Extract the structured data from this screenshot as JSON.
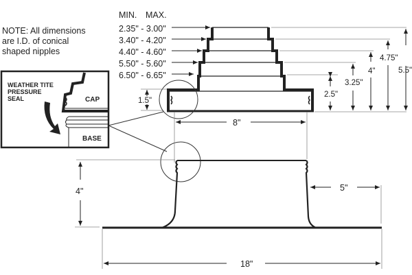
{
  "note": {
    "lines": [
      "NOTE: All dimensions",
      "are I.D. of conical",
      "shaped nipples"
    ]
  },
  "size_table": {
    "header_min": "MIN.",
    "header_max": "MAX.",
    "rows": [
      {
        "min": "2.35\"",
        "max": "3.00\""
      },
      {
        "min": "3.40\"",
        "max": "4.20\""
      },
      {
        "min": "4.40\"",
        "max": "4.60\""
      },
      {
        "min": "5.50\"",
        "max": "5.60\""
      },
      {
        "min": "6.50\"",
        "max": "6.65\""
      }
    ]
  },
  "cap_heights": [
    "2.5\"",
    "3.25\"",
    "4\"",
    "4.75\"",
    "5.5\""
  ],
  "cap_base_height": "1.5\"",
  "cap_width": "8\"",
  "base_height": "4\"",
  "flange_extension": "5\"",
  "base_width": "18\"",
  "inset": {
    "title_lines": [
      "WEATHER TITE",
      "PRESSURE",
      "SEAL"
    ],
    "cap_label": "CAP",
    "base_label": "BASE"
  },
  "colors": {
    "line": "#222222",
    "dim": "#555555"
  }
}
